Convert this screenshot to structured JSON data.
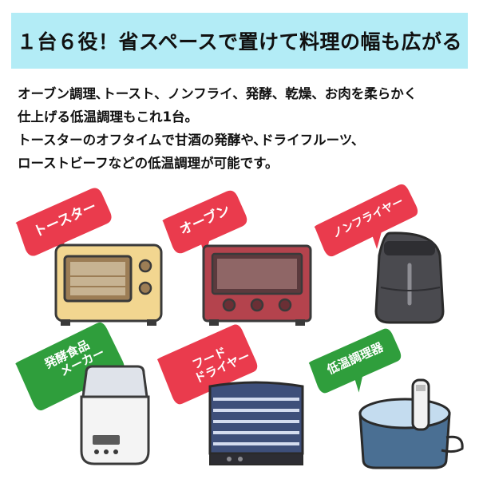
{
  "headline": "１台６役！省スペースで置けて料理の幅も広がる",
  "description": [
    "オーブン調理､トースト、ノンフライ、発酵、乾燥、お肉を柔らかく",
    "仕上げる低温調理もこれ1台。",
    "トースターのオフタイムで甘酒の発酵や､ドライフルーツ、",
    "ローストビーフなどの低温調理が可能です。"
  ],
  "functions": [
    {
      "label_lines": [
        "トースター"
      ],
      "icon": "toaster-illustration"
    },
    {
      "label_lines": [
        "オーブン"
      ],
      "icon": "oven-illustration"
    },
    {
      "label_lines": [
        "ノンフライヤー"
      ],
      "icon": "air-fryer-illustration"
    },
    {
      "label_lines": [
        "発酵食品",
        "メーカー"
      ],
      "icon": "fermenter-illustration"
    },
    {
      "label_lines": [
        "フード",
        "ドライヤー"
      ],
      "icon": "food-dehydrator-illustration"
    },
    {
      "label_lines": [
        "低温調理器"
      ],
      "icon": "sous-vide-illustration"
    }
  ],
  "colors": {
    "banner_bg": "#b3ecf6",
    "tag_red": "#ea3b4d",
    "tag_green": "#2f9e3c",
    "outline": "#3a3a3a"
  }
}
